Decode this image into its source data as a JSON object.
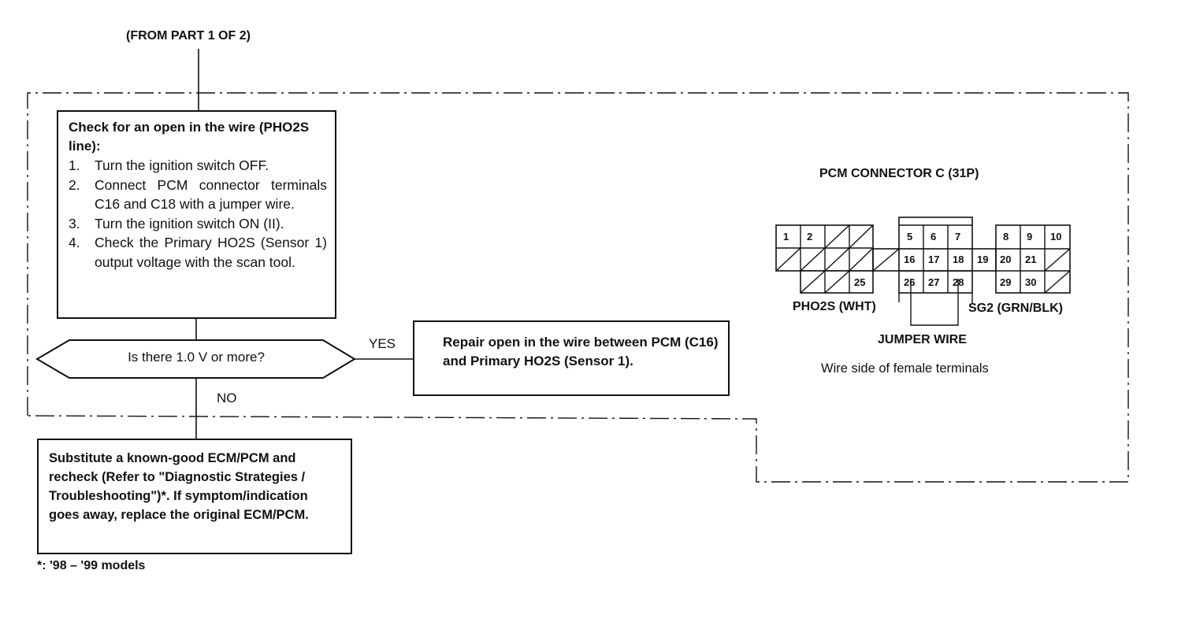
{
  "from_label": "(FROM PART 1 OF 2)",
  "check_box": {
    "heading": "Check for an open in the wire (PHO2S line):",
    "steps": [
      {
        "num": "1.",
        "text": "Turn the ignition switch OFF."
      },
      {
        "num": "2.",
        "text": "Connect PCM connector terminals C16 and C18 with a jumper wire."
      },
      {
        "num": "3.",
        "text": "Turn the ignition switch ON (II)."
      },
      {
        "num": "4.",
        "text": "Check the Primary HO2S (Sensor 1) output voltage with the scan tool."
      }
    ]
  },
  "decision": {
    "question": "Is there 1.0 V or more?",
    "yes_label": "YES",
    "no_label": "NO"
  },
  "repair_box": {
    "text": "Repair open in the wire between PCM (C16) and Primary HO2S (Sensor 1)."
  },
  "substitute_box": {
    "text": "Substitute a known-good ECM/PCM and recheck (Refer to \"Diagnostic Strategies / Troubleshooting\")*. If symptom/indication goes away, replace the original ECM/PCM."
  },
  "footnote": "*: '98 – '99 models",
  "connector": {
    "title": "PCM CONNECTOR C (31P)",
    "terminals": [
      "1",
      "2",
      "25",
      "5",
      "6",
      "7",
      "16",
      "17",
      "18",
      "19",
      "26",
      "27",
      "28",
      "8",
      "9",
      "10",
      "20",
      "21",
      "29",
      "30"
    ],
    "label_pho2s": "PHO2S (WHT)",
    "label_sg2": "SG2 (GRN/BLK)",
    "label_jumper": "JUMPER WIRE",
    "caption": "Wire side of female terminals"
  }
}
